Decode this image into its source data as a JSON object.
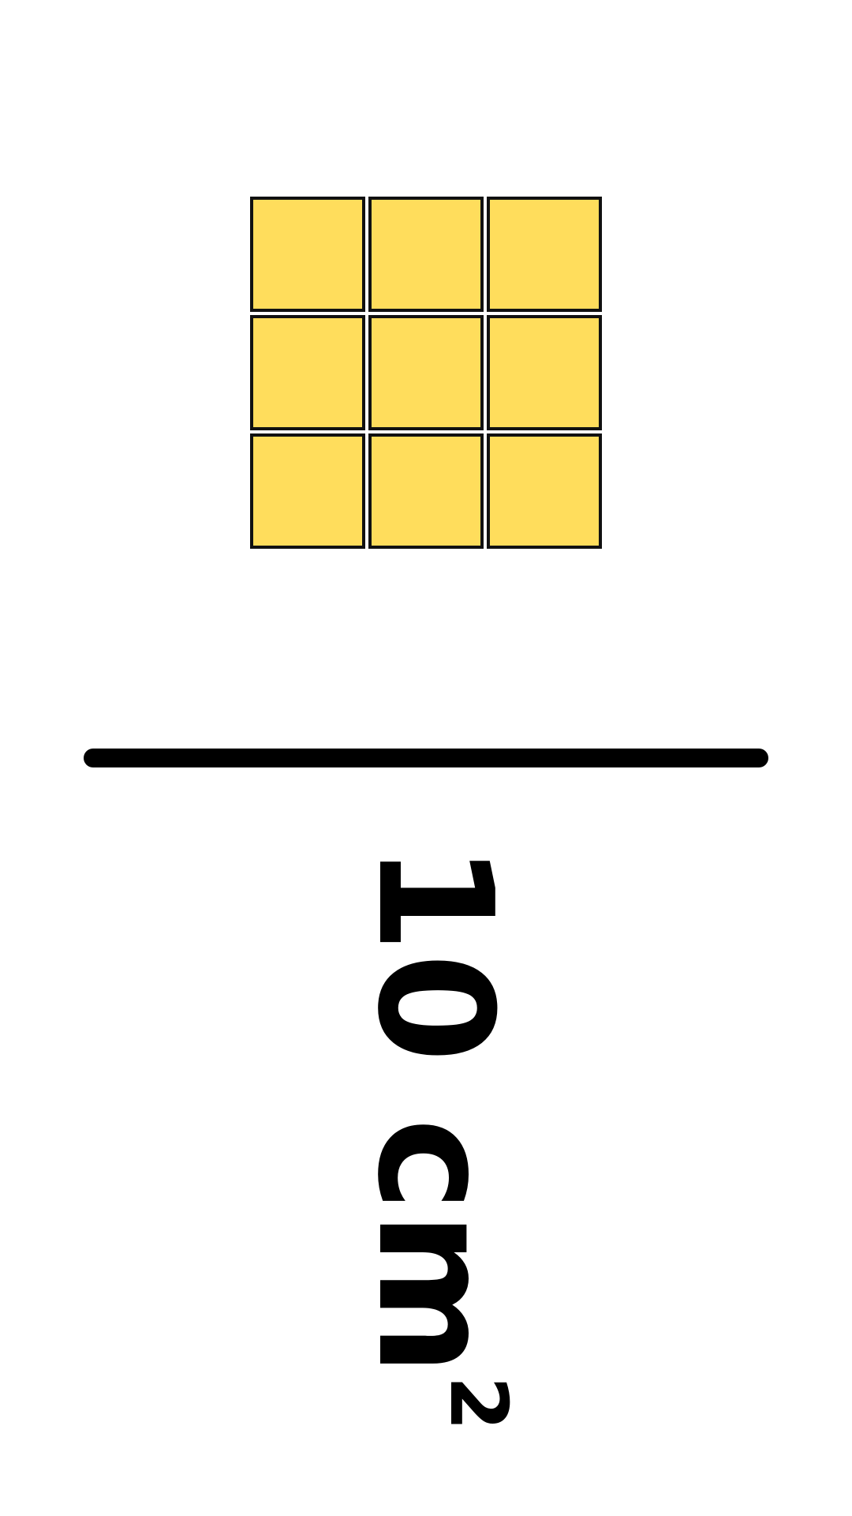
{
  "figure": {
    "tile_color": "#FFDD5C",
    "grid_rows": 3,
    "grid_cols": 3,
    "label": {
      "value": "10 cm",
      "exponent": "2"
    }
  }
}
